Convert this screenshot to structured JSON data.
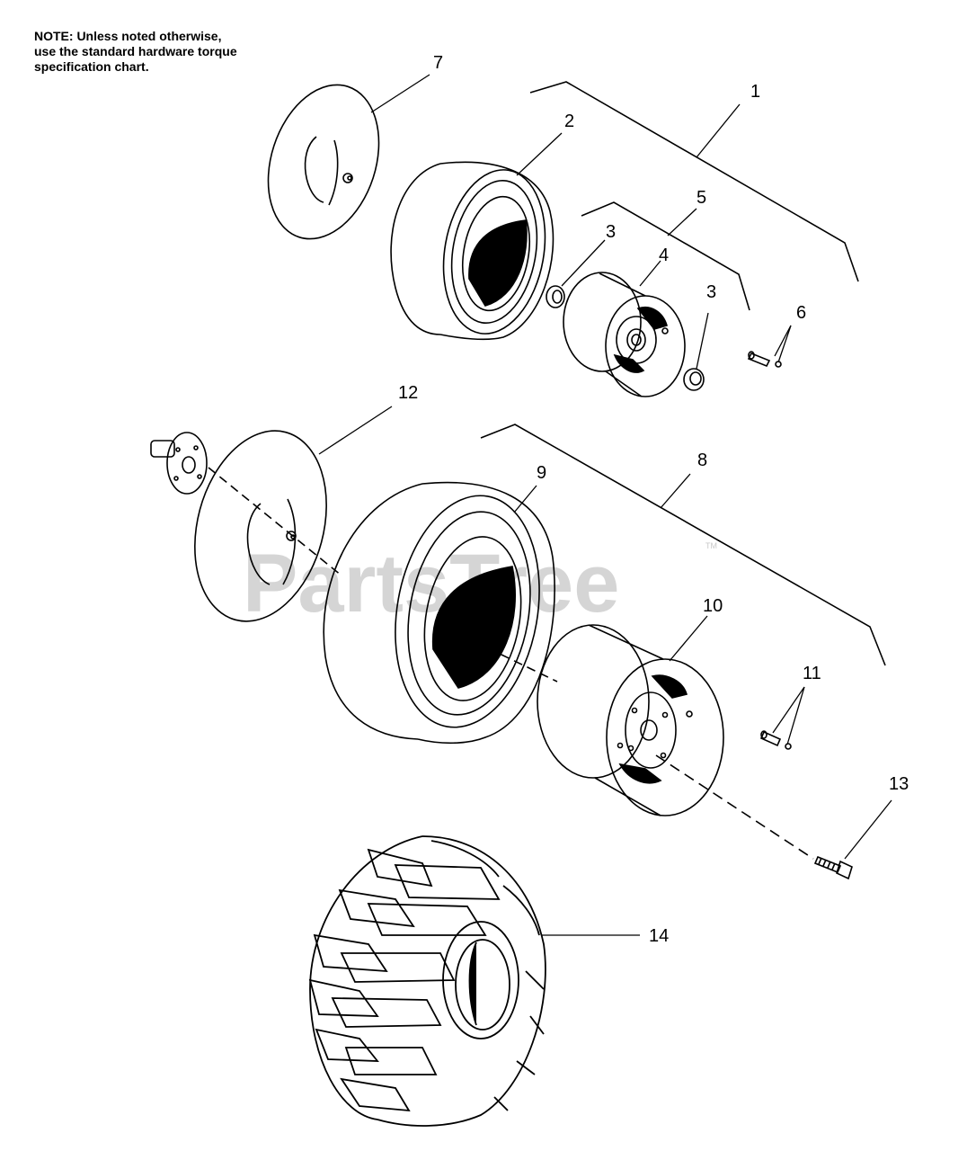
{
  "note": {
    "line1": "NOTE: Unless noted otherwise,",
    "line2": "use the standard hardware torque",
    "line3": "specification chart."
  },
  "watermark": {
    "text": "PartsTree",
    "trademark": "TM"
  },
  "callouts": {
    "c1": "1",
    "c2": "2",
    "c3a": "3",
    "c3b": "3",
    "c4": "4",
    "c5": "5",
    "c6": "6",
    "c7": "7",
    "c8": "8",
    "c9": "9",
    "c10": "10",
    "c11": "11",
    "c12": "12",
    "c13": "13",
    "c14": "14"
  },
  "parts": [
    {
      "ref": "7",
      "icon": "inner-tube-icon"
    },
    {
      "ref": "2",
      "icon": "front-tire-icon"
    },
    {
      "ref": "4",
      "icon": "front-rim-icon"
    },
    {
      "ref": "3",
      "icon": "bearing-icon"
    },
    {
      "ref": "6",
      "icon": "valve-stem-icon"
    },
    {
      "ref": "12",
      "icon": "inner-tube-icon"
    },
    {
      "ref": "9",
      "icon": "rear-tire-icon"
    },
    {
      "ref": "10",
      "icon": "rear-rim-icon"
    },
    {
      "ref": "11",
      "icon": "valve-stem-icon"
    },
    {
      "ref": "13",
      "icon": "bolt-icon"
    },
    {
      "ref": "14",
      "icon": "tractor-tire-icon"
    }
  ],
  "colors": {
    "line": "#000000",
    "watermark": "#c8c8c8"
  }
}
